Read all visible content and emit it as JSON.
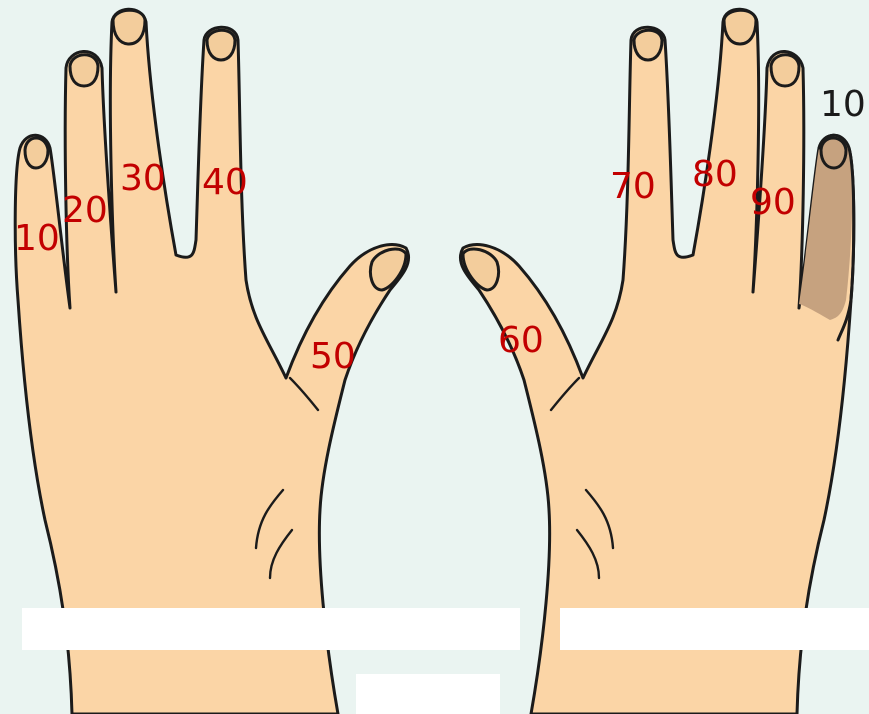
{
  "diagram": {
    "left_hand_labels": [
      "10",
      "20",
      "30",
      "40",
      "50"
    ],
    "right_hand_labels": [
      "60",
      "70",
      "80",
      "90"
    ],
    "highlighted_finger_label": "10",
    "colors": {
      "label": "#c20000",
      "highlight_label": "#1a1a1a",
      "skin": "#fbd5a6",
      "highlight_finger": "#c6a27f",
      "background": "#eaf4f1"
    }
  }
}
